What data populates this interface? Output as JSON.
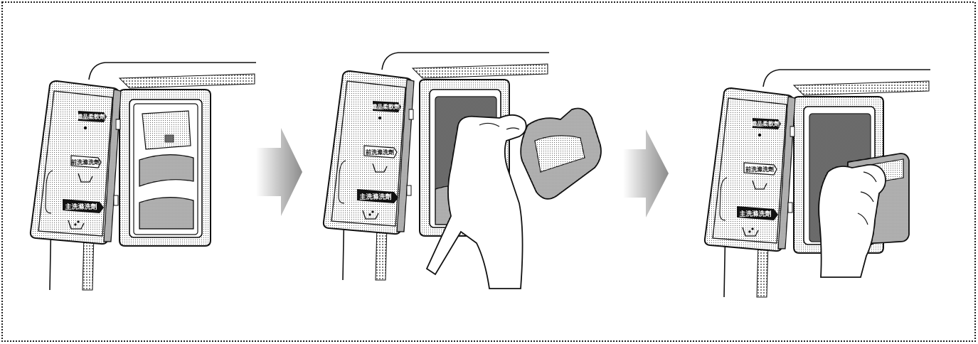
{
  "labels": {
    "softener": "織品柔軟劑",
    "prewash": "前洗滌洗劑",
    "mainwash": "主洗滌洗劑"
  },
  "panels": [
    {
      "id": "step-1",
      "action": "drawer-open"
    },
    {
      "id": "step-2",
      "action": "remove-insert"
    },
    {
      "id": "step-3",
      "action": "reinsert-insert"
    }
  ],
  "arrows": [
    {
      "id": "arrow-1"
    },
    {
      "id": "arrow-2"
    }
  ],
  "colors": {
    "line": "#111111",
    "dark_tone": "#3a3a3a",
    "mid_tone": "#8a8a8a",
    "light_tone": "#c8c8c8",
    "label_bg": "#111111",
    "label_text": "#ffffff"
  }
}
